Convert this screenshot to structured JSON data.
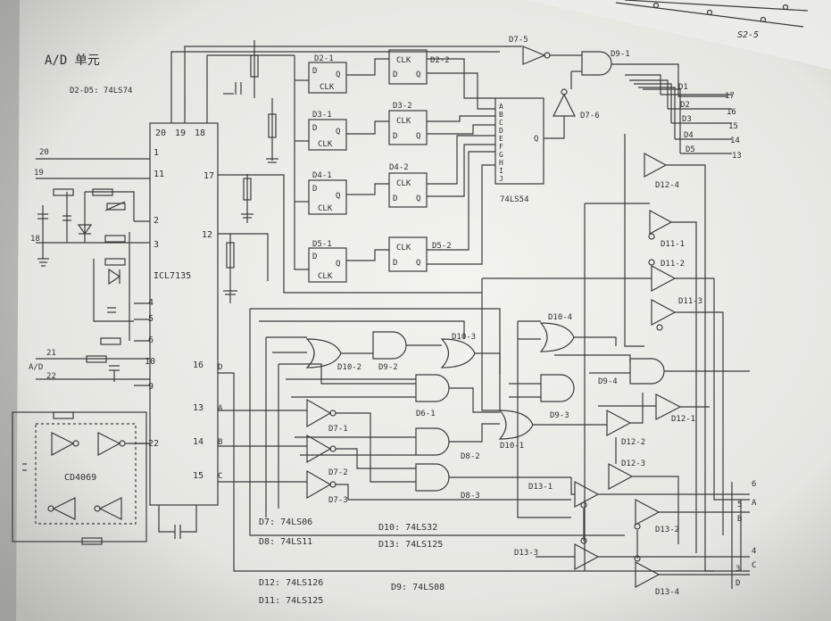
{
  "title": "A/D 单元",
  "subtitle": "D2-D5: 74LS74",
  "corner_label": "S2-5",
  "ic_main": {
    "name": "ICL7135",
    "top_pins": [
      "20",
      "19",
      "18"
    ],
    "left_pins": [
      "1",
      "11",
      "2",
      "3",
      "4",
      "5",
      "6",
      "10",
      "9",
      "22"
    ],
    "right_pins": [
      "17",
      "12",
      "16",
      "13",
      "14",
      "15"
    ],
    "right_labels": [
      "D",
      "A",
      "B",
      "C"
    ]
  },
  "left_nets": [
    "20",
    "19",
    "18",
    "21",
    "A/D",
    "22"
  ],
  "oscillator": "CD4069",
  "flipflops": [
    {
      "name": "D2-1",
      "d": "D",
      "q": "Q",
      "clk": "CLK"
    },
    {
      "name": "D2-2",
      "d": "D",
      "q": "Q",
      "clk": "CLK"
    },
    {
      "name": "D3-1",
      "d": "D",
      "q": "Q",
      "clk": "CLK"
    },
    {
      "name": "D3-2",
      "d": "D",
      "q": "Q",
      "clk": "CLK"
    },
    {
      "name": "D4-1",
      "d": "D",
      "q": "Q",
      "clk": "CLK"
    },
    {
      "name": "D4-2",
      "d": "D",
      "q": "Q",
      "clk": "CLK"
    },
    {
      "name": "D5-1",
      "d": "D",
      "q": "Q",
      "clk": "CLK"
    },
    {
      "name": "D5-2",
      "d": "D",
      "q": "Q",
      "clk": "CLK"
    }
  ],
  "mux": {
    "name": "74LS54",
    "inputs": [
      "A",
      "B",
      "C",
      "D",
      "E",
      "F",
      "G",
      "H",
      "I",
      "J"
    ],
    "output": "Q"
  },
  "gates": {
    "d7_5": "D7-5",
    "d9_1": "D9-1",
    "d7_6": "D7-6",
    "d12_4": "D12-4",
    "d11_1": "D11-1",
    "d11_2": "D11-2",
    "d11_3": "D11-3",
    "d10_4": "D10-4",
    "d10_2": "D10-2",
    "d9_2": "D9-2",
    "d10_3": "D10-3",
    "d9_4": "D9-4",
    "d6_1": "D6-1",
    "d9_3": "D9-3",
    "d12_1": "D12-1",
    "d7_1": "D7-1",
    "d10_1": "D10-1",
    "d12_2": "D12-2",
    "d12_3": "D12-3",
    "d8_2": "D8-2",
    "d7_2": "D7-2",
    "d7_3": "D7-3",
    "d8_3": "D8-3",
    "d13_1": "D13-1",
    "d13_2": "D13-2",
    "d13_3": "D13-3",
    "d13_4": "D13-4"
  },
  "outputs_top": [
    {
      "name": "D1",
      "pin": "17"
    },
    {
      "name": "D2",
      "pin": "16"
    },
    {
      "name": "D3",
      "pin": "15"
    },
    {
      "name": "D4",
      "pin": "14"
    },
    {
      "name": "D5",
      "pin": "13"
    }
  ],
  "outputs_bottom": [
    {
      "pin": "6",
      "name": ""
    },
    {
      "pin": "5",
      "name": "A"
    },
    {
      "pin": "",
      "name": "B"
    },
    {
      "pin": "4",
      "name": ""
    },
    {
      "pin": "",
      "name": "C"
    },
    {
      "pin": "3",
      "name": ""
    },
    {
      "pin": "",
      "name": "D"
    }
  ],
  "legend": [
    "D7: 74LS06",
    "D8: 74LS11",
    "D10: 74LS32",
    "D13: 74LS125",
    "D12: 74LS126",
    "D11: 74LS125",
    "D9: 74LS08"
  ]
}
